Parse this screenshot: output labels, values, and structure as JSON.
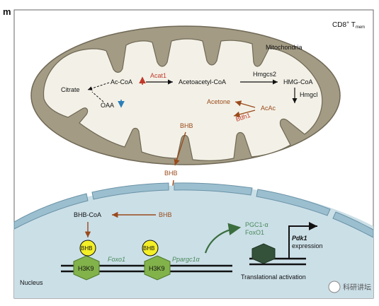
{
  "panel_label": "m",
  "cell_label": {
    "main": "CD8",
    "sup": "+",
    "t": " T",
    "sub": "mem"
  },
  "mitochondria_label": "Mitochondria",
  "metabolites": {
    "citrate": "Citrate",
    "ac_coa": "Ac-CoA",
    "oaa": "OAA",
    "acetoacetyl_coa": "Acetoacetyl-CoA",
    "hmg_coa": "HMG-CoA",
    "acetone": "Acetone",
    "acac": "AcAc",
    "bhb_mito": "BHB",
    "bhb_cytosol": "BHB",
    "bhb_nuclear": "BHB",
    "bhb_coa": "BHB-CoA"
  },
  "enzymes": {
    "acat1": "Acat1",
    "hmgcs2": "Hmgcs2",
    "hmgcl": "Hmgcl",
    "bdh1": "Bdh1"
  },
  "nucleus": {
    "label": "Nucleus",
    "histone": "H3K9",
    "bhb_mark": "BHB",
    "gene1": "Foxo1",
    "gene2": "Ppargc1",
    "gene2_suffix": "α",
    "tf_line1": "PGC1-α",
    "tf_line2": "FoxO1",
    "target_gene": "Pdk1",
    "expression": "expression",
    "activation": "Translational activation"
  },
  "watermark": "科研讲坛",
  "colors": {
    "membrane": "#a39b84",
    "matrix": "#f3f1e7",
    "nucleus_fill": "#cbdfe7",
    "envelope": "#9bbfcf",
    "brown_arrow": "#9a4a1c",
    "red": "#c0392b",
    "blue": "#2b7fb8",
    "green_text": "#4a8a5a",
    "green_arrow": "#3b6e3e",
    "bhb_yellow": "#f4ef26",
    "histone_green": "#82b24a"
  }
}
